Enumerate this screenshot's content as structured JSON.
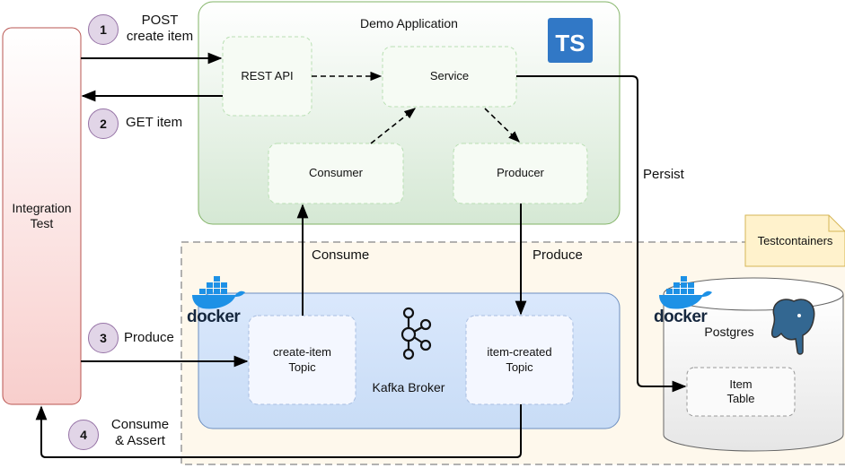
{
  "containers": {
    "demo_app": {
      "title": "Demo Application",
      "fill": "#d5e8d4",
      "stroke": "#82b366"
    },
    "testcontainers": {
      "title": "Testcontainers",
      "fill": "#fff2cc",
      "stroke": "#999999"
    },
    "kafka_broker": {
      "title": "Kafka Broker",
      "fill": "#dae8fc",
      "stroke": "#6c8ebf"
    },
    "postgres": {
      "title": "Postgres"
    }
  },
  "integration_test": {
    "label": "Integration\nTest"
  },
  "nodes": {
    "rest_api": "REST API",
    "service": "Service",
    "consumer": "Consumer",
    "producer": "Producer",
    "create_item_topic": "create-item\nTopic",
    "item_created_topic": "item-created\nTopic",
    "item_table": "Item\nTable"
  },
  "logos": {
    "ts_badge": "TS",
    "docker_kafka": "docker",
    "docker_postgres": "docker"
  },
  "steps": [
    {
      "num": "1",
      "label": "POST\ncreate item"
    },
    {
      "num": "2",
      "label": "GET item"
    },
    {
      "num": "3",
      "label": "Produce"
    },
    {
      "num": "4",
      "label": "Consume\n& Assert"
    }
  ],
  "edge_labels": {
    "consume": "Consume",
    "produce": "Produce",
    "persist": "Persist"
  }
}
